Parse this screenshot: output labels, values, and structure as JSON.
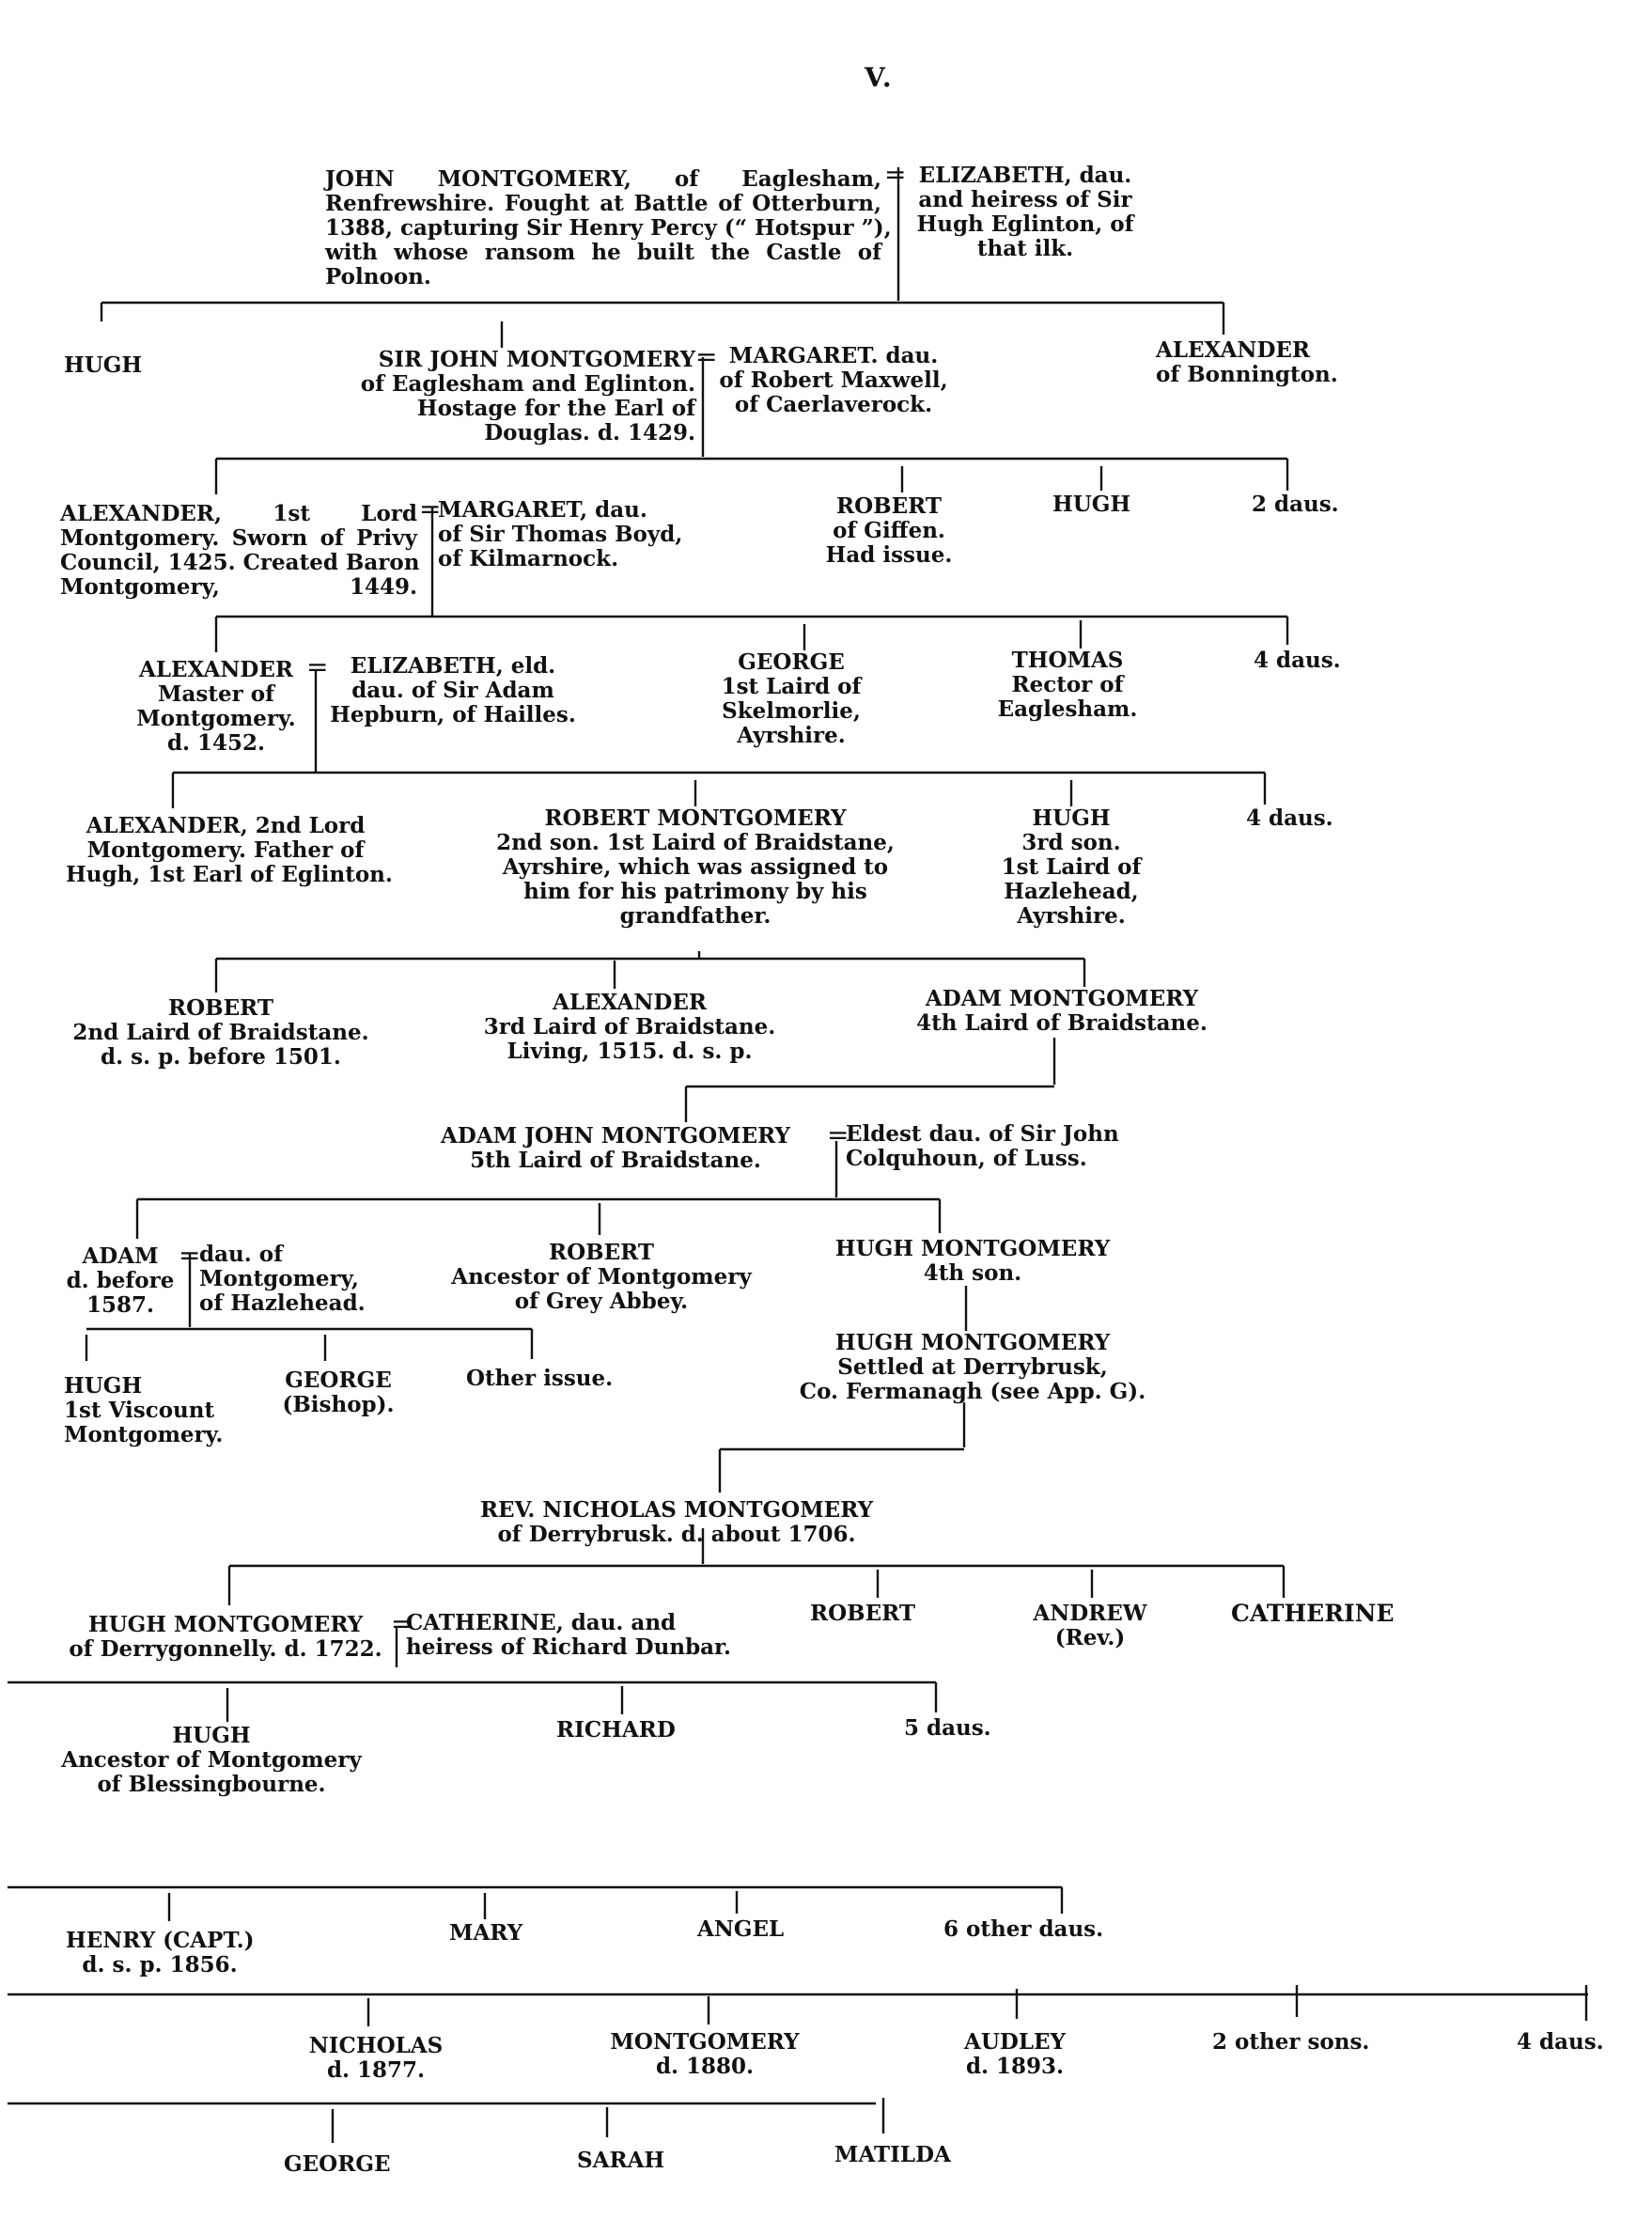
{
  "page_number": "V.",
  "marriage_symbol": "=",
  "entries": {
    "john": [
      "JOHN MONTGOMERY, of Eaglesham,",
      "Renfrewshire. Fought at Battle of Otterburn,",
      "1388, capturing Sir Henry Percy (“ Hotspur ”),",
      "with whose ransom he built the Castle of",
      "Polnoon."
    ],
    "elizabeth_eglinton": [
      "ELIZABETH, dau.",
      "and heiress of Sir",
      "Hugh Eglinton, of",
      "that ilk."
    ],
    "hugh_1": [
      "HUGH"
    ],
    "sir_john": [
      "SIR JOHN MONTGOMERY",
      "of Eaglesham and Eglinton.",
      "Hostage for the Earl of",
      "Douglas. d. 1429."
    ],
    "margaret_maxwell": [
      "MARGARET. dau.",
      "of Robert Maxwell,",
      "of Caerlaverock."
    ],
    "alexander_bonnington": [
      "ALEXANDER",
      "of Bonnington."
    ],
    "alexander_1st_lord": [
      "ALEXANDER, 1st Lord",
      "Montgomery. Sworn of Privy",
      "Council, 1425. Created Baron",
      "Montgomery, 1449."
    ],
    "margaret_boyd": [
      "MARGARET, dau.",
      "of Sir Thomas Boyd,",
      "of Kilmarnock."
    ],
    "robert_giffen": [
      "ROBERT",
      "of Giffen.",
      "Had issue."
    ],
    "hugh_2": [
      "HUGH"
    ],
    "daus_2": [
      "2 daus."
    ],
    "alexander_master": [
      "ALEXANDER",
      "Master of",
      "Montgomery.",
      "d. 1452."
    ],
    "elizabeth_hepburn": [
      "ELIZABETH, eld.",
      "dau. of Sir Adam",
      "Hepburn, of Hailles."
    ],
    "george_skelmorlie": [
      "GEORGE",
      "1st Laird of",
      "Skelmorlie,",
      "Ayrshire."
    ],
    "thomas_rector": [
      "THOMAS",
      "Rector of",
      "Eaglesham."
    ],
    "daus_4a": [
      "4 daus."
    ],
    "alexander_2nd_lord": [
      "ALEXANDER, 2nd Lord",
      "Montgomery. Father of",
      "Hugh, 1st Earl of Eglinton."
    ],
    "robert_braidstane": [
      "ROBERT MONTGOMERY",
      "2nd son. 1st Laird of Braidstane,",
      "Ayrshire, which was assigned to",
      "him for his patrimony by his",
      "grandfather."
    ],
    "hugh_hazlehead": [
      "HUGH",
      "3rd son.",
      "1st Laird of",
      "Hazlehead,",
      "Ayrshire."
    ],
    "daus_4b": [
      "4 daus."
    ],
    "robert_2nd_laird": [
      "ROBERT",
      "2nd Laird of Braidstane.",
      "d. s. p. before 1501."
    ],
    "alexander_3rd_laird": [
      "ALEXANDER",
      "3rd Laird of Braidstane.",
      "Living, 1515. d. s. p."
    ],
    "adam_4th_laird": [
      "ADAM MONTGOMERY",
      "4th Laird of Braidstane."
    ],
    "adam_john": [
      "ADAM JOHN MONTGOMERY",
      "5th Laird of Braidstane."
    ],
    "colquhoun": [
      "Eldest dau. of Sir John",
      "Colquhoun, of Luss."
    ],
    "adam_1587": [
      "ADAM",
      "d. before",
      "1587."
    ],
    "dau_hazlehead": [
      "dau. of",
      "Montgomery,",
      "of Hazlehead."
    ],
    "robert_grey_abbey": [
      "ROBERT",
      "Ancestor of Montgomery",
      "of Grey Abbey."
    ],
    "hugh_4th_son": [
      "HUGH MONTGOMERY",
      "4th son."
    ],
    "hugh_viscount": [
      "HUGH",
      "1st Viscount",
      "Montgomery."
    ],
    "george_bishop": [
      "GEORGE",
      "(Bishop)."
    ],
    "other_issue": [
      "Other issue."
    ],
    "hugh_derrybrusk": [
      "HUGH MONTGOMERY",
      "Settled at Derrybrusk,",
      "Co. Fermanagh (see App. G)."
    ],
    "rev_nicholas": [
      "REV. NICHOLAS MONTGOMERY",
      "of Derrybrusk. d. about 1706."
    ],
    "hugh_derrygonnelly": [
      "HUGH MONTGOMERY",
      "of Derrygonnelly. d. 1722."
    ],
    "catherine_dunbar": [
      "CATHERINE, dau. and",
      "heiress of Richard Dunbar."
    ],
    "robert_3": [
      "ROBERT"
    ],
    "andrew_rev": [
      "ANDREW",
      "(Rev.)"
    ],
    "catherine_2": [
      "CATHERINE"
    ],
    "hugh_blessingbourne": [
      "HUGH",
      "Ancestor of Montgomery",
      "of Blessingbourne."
    ],
    "richard": [
      "RICHARD"
    ],
    "daus_5": [
      "5 daus."
    ],
    "henry_capt": [
      "HENRY (CAPT.)",
      "d. s. p. 1856."
    ],
    "mary": [
      "MARY"
    ],
    "angel": [
      "ANGEL"
    ],
    "daus_6": [
      "6 other daus."
    ],
    "nicholas_1877": [
      "NICHOLAS",
      "d. 1877."
    ],
    "montgomery_1880": [
      "MONTGOMERY",
      "d. 1880."
    ],
    "audley_1893": [
      "AUDLEY",
      "d. 1893."
    ],
    "sons_2": [
      "2 other sons."
    ],
    "daus_4c": [
      "4 daus."
    ],
    "george_last": [
      "GEORGE"
    ],
    "sarah": [
      "SARAH"
    ],
    "matilda": [
      "MATILDA"
    ]
  }
}
